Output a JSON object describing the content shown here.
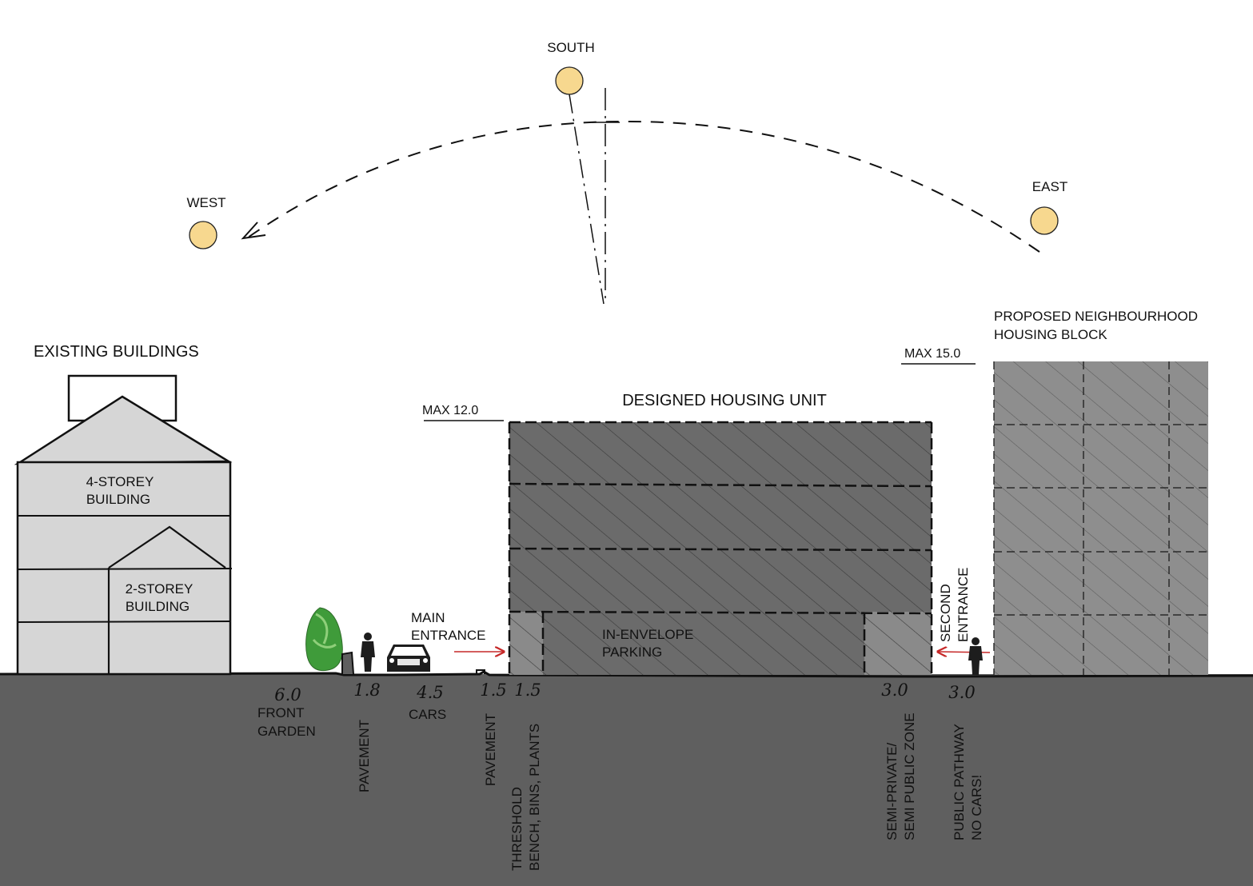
{
  "sun_path": {
    "south": "SOUTH",
    "west": "WEST",
    "east": "EAST"
  },
  "buildings": {
    "existing_title": "EXISTING BUILDINGS",
    "four_storey": [
      "4-STOREY",
      "BUILDING"
    ],
    "two_storey": [
      "2-STOREY",
      "BUILDING"
    ],
    "designed_title": "DESIGNED HOUSING UNIT",
    "designed_max": "MAX 12.0",
    "in_envelope": [
      "IN-ENVELOPE",
      "PARKING"
    ],
    "proposed_title": [
      "PROPOSED NEIGHBOURHOOD",
      "HOUSING BLOCK"
    ],
    "proposed_max": "MAX 15.0"
  },
  "entrances": {
    "main": [
      "MAIN",
      "ENTRANCE"
    ],
    "second": [
      "SECOND",
      "ENTRANCE"
    ]
  },
  "dimensions": {
    "front_garden": "6.0",
    "pavement_1": "1.8",
    "cars": "4.5",
    "pavement_2": "1.5",
    "threshold": "1.5",
    "semi_private": "3.0",
    "public_pathway": "3.0"
  },
  "zones": {
    "front_garden": [
      "FRONT",
      "GARDEN"
    ],
    "pavement_1": "PAVEMENT",
    "cars": "CARS",
    "pavement_2": "PAVEMENT",
    "threshold": [
      "THRESHOLD",
      "BENCH, BINS, PLANTS"
    ],
    "semi_private": [
      "SEMI-PRIVATE/",
      "SEMI PUBLIC ZONE"
    ],
    "public_pathway": [
      "PUBLIC PATHWAY",
      "NO CARS!"
    ]
  },
  "colors": {
    "ground": "#5f5f5f",
    "designed_block": "#6b6b6b",
    "proposed_block": "#8e8e8e",
    "existing_building": "#d6d6d6",
    "sun": "#f7d88f",
    "arrow": "#c62828",
    "tree": "#3f9b3a"
  }
}
